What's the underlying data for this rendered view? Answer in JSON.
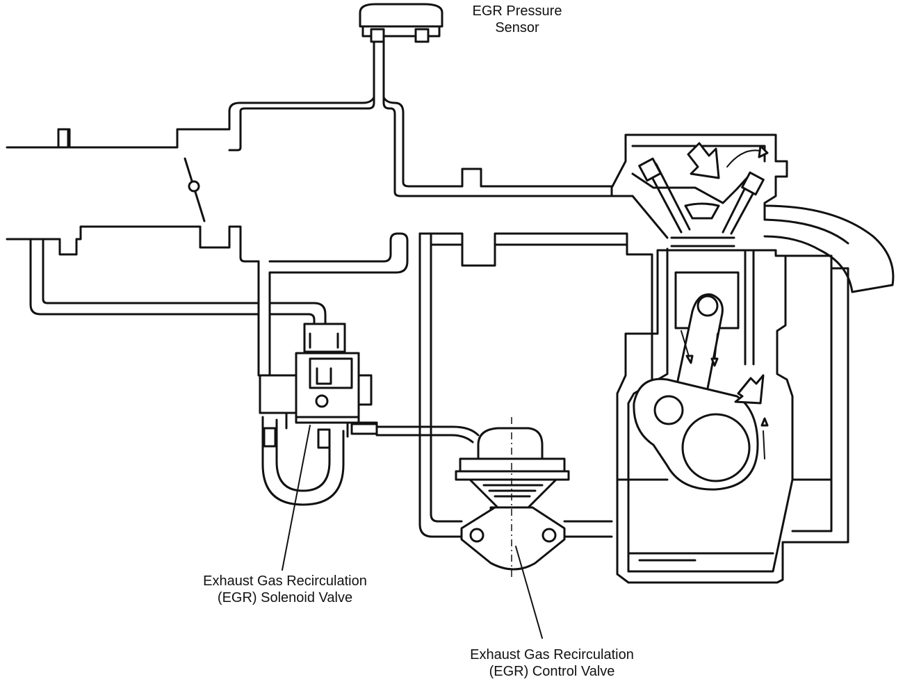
{
  "labels": {
    "egr_pressure_sensor": [
      "EGR Pressure",
      "Sensor"
    ],
    "egr_solenoid_valve": [
      "Exhaust Gas Recirculation",
      "(EGR) Solenoid Valve"
    ],
    "egr_control_valve": [
      "Exhaust Gas Recirculation",
      "(EGR) Control Valve"
    ]
  },
  "colors": {
    "line": "#111111",
    "background": "#ffffff"
  }
}
